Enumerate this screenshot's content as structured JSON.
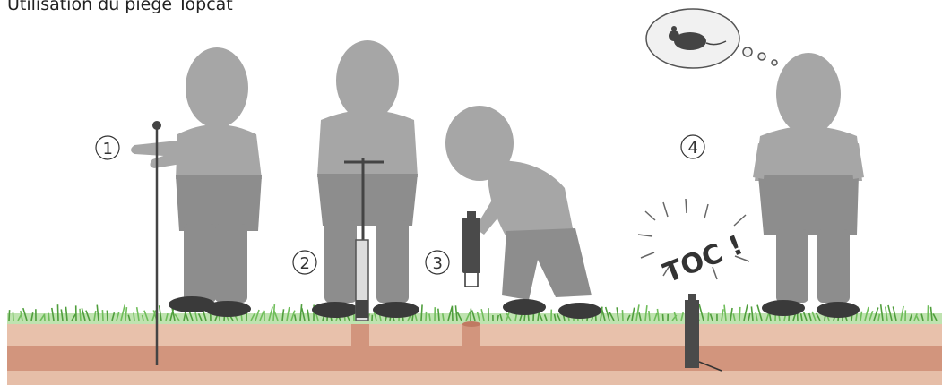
{
  "title": "Utilisation du piège Topcat",
  "steps": [
    "1",
    "2",
    "3",
    "4"
  ],
  "sound_effect": "TOC !",
  "thought_icon": "mouse-icon",
  "colors": {
    "figure_light": "#a6a6a6",
    "figure_dark": "#8d8d8d",
    "shoe": "#3a3a3a",
    "grass": "#6fbd5a",
    "grass_light": "#bfe3b0",
    "soil_top": "#e8c1ab",
    "soil_mid": "#d2957d",
    "soil_bottom": "#e6bea8",
    "trap": "#4a4a4a"
  }
}
